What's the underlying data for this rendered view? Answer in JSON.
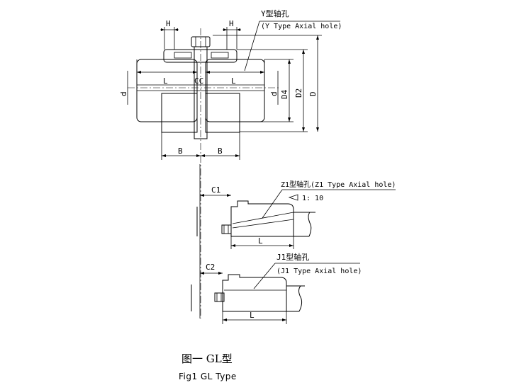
{
  "labels": {
    "H": "H",
    "L": "L",
    "CC": "CC",
    "d": "d",
    "D4": "D4",
    "D2": "D2",
    "D": "D",
    "B": "B",
    "C1": "C1",
    "C2": "C2"
  },
  "callouts": {
    "y_cn": "Y型轴孔",
    "y_en": "(Y Type Axial hole)",
    "z1": "Z1型轴孔(Z1 Type Axial hole)",
    "taper": "1: 10",
    "j1_cn": "J1型轴孔",
    "j1_en": "(J1 Type Axial hole)"
  },
  "caption": {
    "cn": "图一 GL型",
    "en": "Fig1 GL Type"
  }
}
